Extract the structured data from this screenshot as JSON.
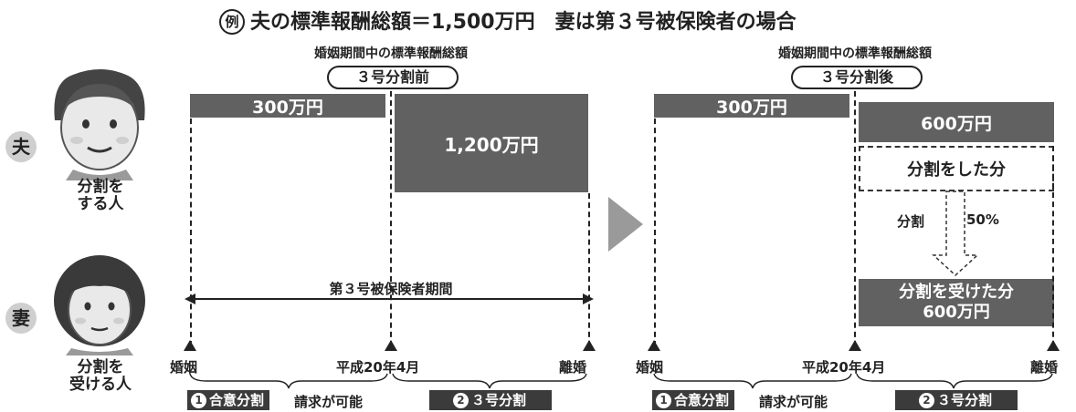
{
  "title": {
    "rei_mark": "例",
    "text": "夫の標準報酬総額＝1,500万円　妻は第３号被保険者の場合"
  },
  "people": {
    "husband": {
      "role": "夫",
      "caption_line1": "分割を",
      "caption_line2": "する人"
    },
    "wife": {
      "role": "妻",
      "caption_line1": "分割を",
      "caption_line2": "受ける人"
    }
  },
  "before": {
    "subtitle": "婚姻期間中の標準報酬総額",
    "pill": "３号分割前",
    "bar_left": "300万円",
    "bar_right": "1,200万円",
    "period_label": "第３号被保険者期間",
    "events": {
      "start": "婚姻",
      "mid": "平成20年4月",
      "end": "離婚"
    },
    "badge1": {
      "num": "1",
      "label": "合意分割"
    },
    "badge1_note": "請求が可能",
    "badge2": {
      "num": "2",
      "label": "３号分割"
    }
  },
  "after": {
    "subtitle": "婚姻期間中の標準報酬総額",
    "pill": "３号分割後",
    "bar_left": "300万円",
    "bar_right": "600万円",
    "split_box": "分割をした分",
    "split_label": "分割",
    "split_pct": "50%",
    "received_line1": "分割を受けた分",
    "received_line2": "600万円",
    "events": {
      "start": "婚姻",
      "mid": "平成20年4月",
      "end": "離婚"
    },
    "badge1": {
      "num": "1",
      "label": "合意分割"
    },
    "badge1_note": "請求が可能",
    "badge2": {
      "num": "2",
      "label": "３号分割"
    }
  },
  "colors": {
    "bar": "#616161",
    "badge": "#3b3b3b",
    "role_circle": "#cfcfcf"
  }
}
